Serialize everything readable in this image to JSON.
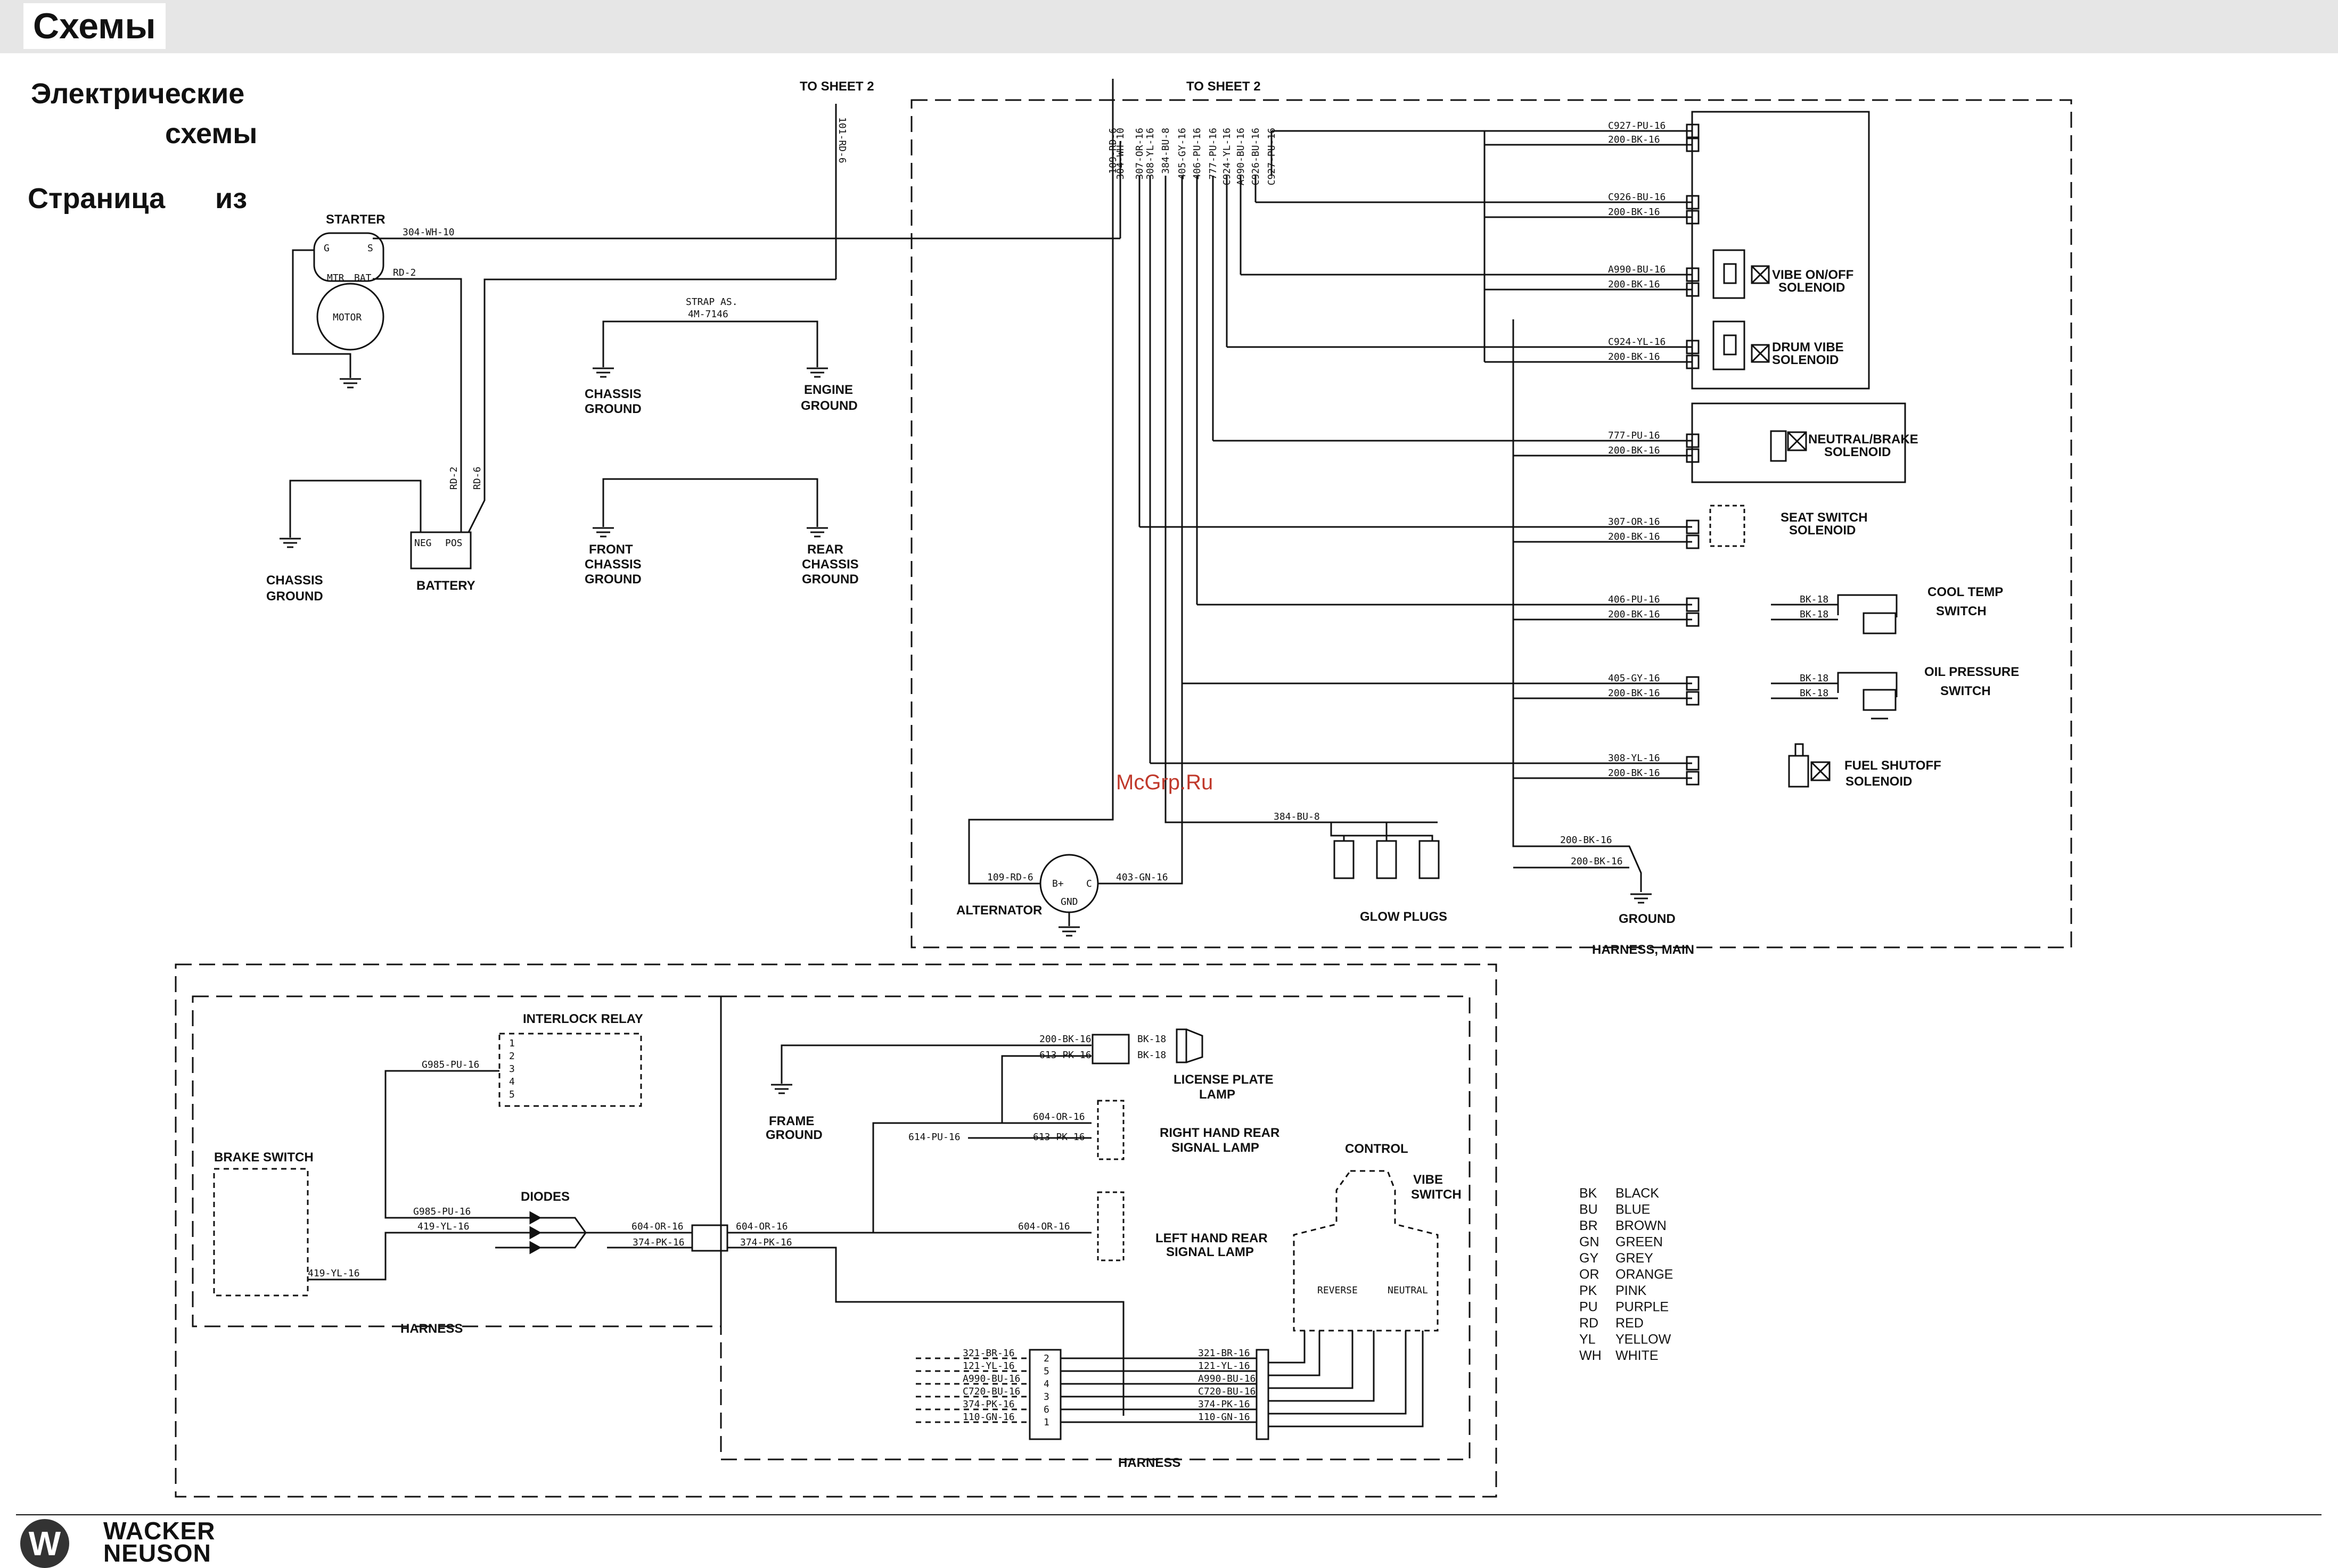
{
  "header": {
    "title": "Схемы"
  },
  "subtitle": {
    "line1": "Электрические",
    "line2": "схемы",
    "line3": "Страница",
    "line3b": "из"
  },
  "watermark": "McGrp.Ru",
  "labels": {
    "to_sheet_2_left": "TO SHEET 2",
    "to_sheet_2_right": "TO SHEET 2",
    "starter": "STARTER",
    "motor": "MOTOR",
    "mtr": "MTR",
    "bat": "BAT",
    "g": "G",
    "s": "S",
    "battery": "BATTERY",
    "neg": "NEG",
    "pos": "POS",
    "chassis_ground_1a": "CHASSIS",
    "chassis_ground_1b": "GROUND",
    "chassis_ground_2a": "CHASSIS",
    "chassis_ground_2b": "GROUND",
    "strap_a": "STRAP AS.",
    "strap_b": "4M-7146",
    "engine_ground_a": "ENGINE",
    "engine_ground_b": "GROUND",
    "front_a": "FRONT",
    "front_b": "CHASSIS",
    "front_c": "GROUND",
    "rear_a": "REAR",
    "rear_b": "CHASSIS",
    "rear_c": "GROUND",
    "vibe_onoff_a": "VIBE ON/OFF",
    "vibe_onoff_b": "SOLENOID",
    "drum_vibe_a": "DRUM VIBE",
    "drum_vibe_b": "SOLENOID",
    "neutral_brake_a": "NEUTRAL/BRAKE",
    "neutral_brake_b": "SOLENOID",
    "seat_switch_a": "SEAT SWITCH",
    "seat_switch_b": "SOLENOID",
    "cool_temp_a": "COOL TEMP",
    "cool_temp_b": "SWITCH",
    "oil_pressure_a": "OIL PRESSURE",
    "oil_pressure_b": "SWITCH",
    "fuel_shutoff_a": "FUEL SHUTOFF",
    "fuel_shutoff_b": "SOLENOID",
    "alternator": "ALTERNATOR",
    "alt_b": "B+",
    "alt_c": "C",
    "alt_gnd": "GND",
    "glow_plugs": "GLOW PLUGS",
    "ground": "GROUND",
    "harness_main": "HARNESS, MAIN",
    "interlock_relay": "INTERLOCK RELAY",
    "brake_switch": "BRAKE SWITCH",
    "diodes": "DIODES",
    "harness_1": "HARNESS",
    "harness_2": "HARNESS",
    "frame_ground_a": "FRAME",
    "frame_ground_b": "GROUND",
    "license_a": "LICENSE PLATE",
    "license_b": "LAMP",
    "rh_rear_a": "RIGHT HAND REAR",
    "rh_rear_b": "SIGNAL LAMP",
    "lh_rear_a": "LEFT HAND REAR",
    "lh_rear_b": "SIGNAL LAMP",
    "control": "CONTROL",
    "vibe_switch_a": "VIBE",
    "vibe_switch_b": "SWITCH",
    "reverse": "REVERSE",
    "neutral": "NEUTRAL"
  },
  "wires": {
    "w101": "101-RD-6",
    "w304": "304-WH-10",
    "wrd2": "RD-2",
    "wrd2v": "RD-2",
    "wrd6": "RD-6",
    "top": [
      "109-RD-6",
      "304-WH-10",
      "307-OR-16",
      "308-YL-16",
      "384-BU-8",
      "405-GY-16",
      "406-PU-16",
      "777-PU-16",
      "C924-YL-16",
      "A990-BU-16",
      "C926-BU-16",
      "C927-PU-16"
    ],
    "c927": "C927-PU-16",
    "bk1": "200-BK-16",
    "c926": "C926-BU-16",
    "bk2": "200-BK-16",
    "a990": "A990-BU-16",
    "bk3": "200-BK-16",
    "c924": "C924-YL-16",
    "bk4": "200-BK-16",
    "w777": "777-PU-16",
    "bk5": "200-BK-16",
    "w307": "307-OR-16",
    "bk6": "200-BK-16",
    "w406": "406-PU-16",
    "bk7": "200-BK-16",
    "bk18a": "BK-18",
    "bk18b": "BK-18",
    "w405": "405-GY-16",
    "bk8": "200-BK-16",
    "bk18c": "BK-18",
    "bk18d": "BK-18",
    "w308": "308-YL-16",
    "bk9": "200-BK-16",
    "w384": "384-BU-8",
    "w109": "109-RD-6",
    "w403": "403-GN-16",
    "bkg1": "200-BK-16",
    "bkg2": "200-BK-16",
    "g985a": "G985-PU-16",
    "g985b": "G985-PU-16",
    "w419a": "419-YL-16",
    "w419b": "419-YL-16",
    "w604a": "604-OR-16",
    "w374a": "374-PK-16",
    "w604b": "604-OR-16",
    "w374b": "374-PK-16",
    "bkl": "200-BK-16",
    "w613a": "613-PK-16",
    "bk18e": "BK-18",
    "bk18f": "BK-18",
    "w604c": "604-OR-16",
    "w613b": "613-PK-16",
    "w614": "614-PU-16",
    "w604d": "604-OR-16",
    "conn_left": [
      "321-BR-16",
      "121-YL-16",
      "A990-BU-16",
      "C720-BU-16",
      "374-PK-16",
      "110-GN-16"
    ],
    "conn_right": [
      "321-BR-16",
      "121-YL-16",
      "A990-BU-16",
      "C720-BU-16",
      "374-PK-16",
      "110-GN-16"
    ],
    "conn_pins": [
      "2",
      "5",
      "4",
      "3",
      "6",
      "1"
    ],
    "relay_pins": [
      "1",
      "2",
      "3",
      "4",
      "5"
    ]
  },
  "legend": [
    {
      "code": "BK",
      "color": "BLACK"
    },
    {
      "code": "BU",
      "color": "BLUE"
    },
    {
      "code": "BR",
      "color": "BROWN"
    },
    {
      "code": "GN",
      "color": "GREEN"
    },
    {
      "code": "GY",
      "color": "GREY"
    },
    {
      "code": "OR",
      "color": "ORANGE"
    },
    {
      "code": "PK",
      "color": "PINK"
    },
    {
      "code": "PU",
      "color": "PURPLE"
    },
    {
      "code": "RD",
      "color": "RED"
    },
    {
      "code": "YL",
      "color": "YELLOW"
    },
    {
      "code": "WH",
      "color": "WHITE"
    }
  ],
  "brand": {
    "line1": "WACKER",
    "line2": "NEUSON",
    "icon": "wacker-neuson-w-logo"
  },
  "colors": {
    "accent_watermark": "#c0392b",
    "line": "#111111",
    "header_bg": "#e6e6e6"
  }
}
